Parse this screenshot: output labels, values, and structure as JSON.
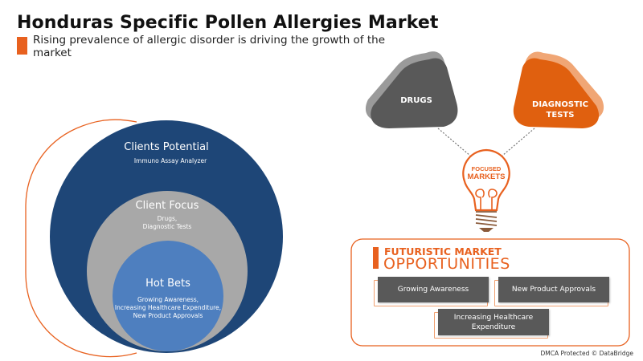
{
  "header": {
    "title": "Honduras Specific Pollen Allergies Market",
    "subtitle": "Rising prevalence of allergic disorder is driving the growth of the market"
  },
  "rings": {
    "outer": {
      "title": "Clients Potential",
      "items": "Immuno Assay Analyzer",
      "color": "#1e4677"
    },
    "middle": {
      "title": "Client Focus",
      "items_line1": "Drugs,",
      "items_line2": "Diagnostic Tests",
      "color": "#a8a8a8"
    },
    "inner": {
      "title": "Hot Bets",
      "items_line1": "Growing Awareness,",
      "items_line2": "Increasing Healthcare Expenditure,",
      "items_line3": "New Product Approvals",
      "color": "#4e7fbf"
    }
  },
  "focused_markets": {
    "segments": [
      {
        "label_line1": "DRUGS",
        "label_line2": "",
        "color": "#595959"
      },
      {
        "label_line1": "DIAGNOSTIC",
        "label_line2": "TESTS",
        "color": "#e0600f"
      }
    ],
    "bulb_line1": "FOCUSED",
    "bulb_line2": "MARKETS"
  },
  "opportunities": {
    "title_line1": "FUTURISTIC MARKET",
    "title_line2": "OPPORTUNITIES",
    "items": [
      {
        "label_line1": "Growing Awareness",
        "label_line2": ""
      },
      {
        "label_line1": "New Product Approvals",
        "label_line2": ""
      },
      {
        "label_line1": "Increasing Healthcare",
        "label_line2": "Expenditure"
      }
    ]
  },
  "footer": {
    "credit": "DMCA Protected © DataBridge"
  },
  "colors": {
    "accent": "#e8611f",
    "navy": "#1e4677",
    "gray": "#595959"
  }
}
